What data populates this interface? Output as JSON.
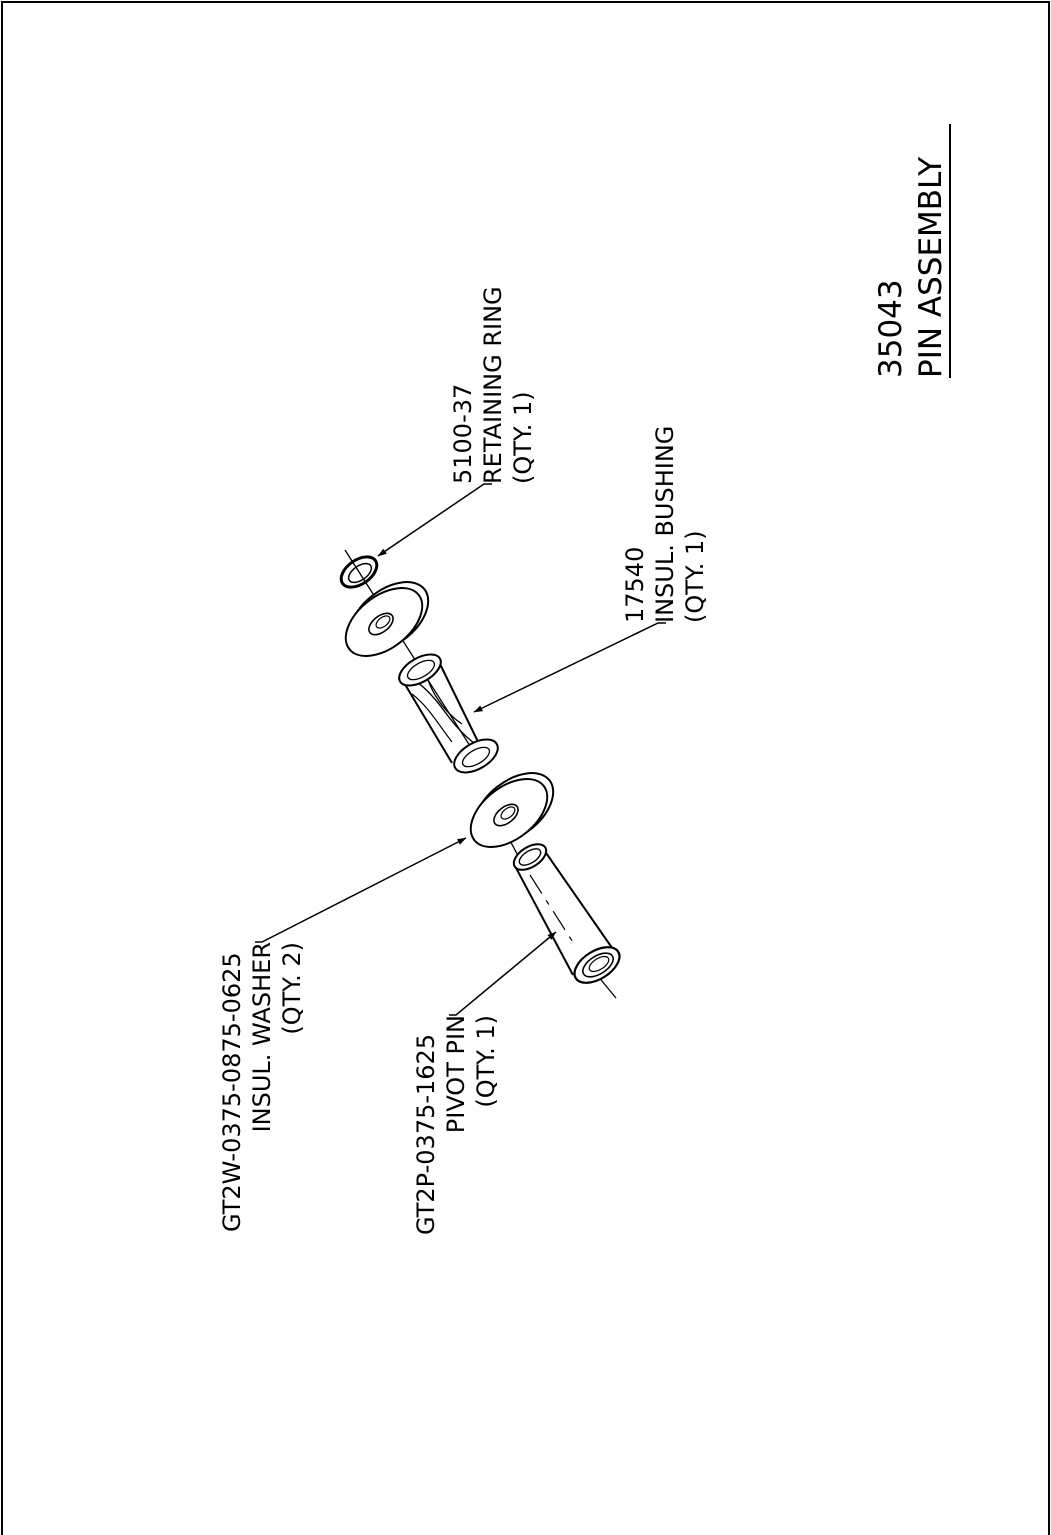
{
  "drawing": {
    "number": "35043",
    "title": "PIN ASSEMBLY",
    "line_color": "#000000",
    "background": "#ffffff"
  },
  "callouts": {
    "retaining_ring": {
      "part": "5100-37",
      "name": "RETAINING RING",
      "qty": "(QTY. 1)"
    },
    "bushing": {
      "part": "17540",
      "name": "INSUL. BUSHING",
      "qty": "(QTY. 1)"
    },
    "washer": {
      "part": "GT2W-0375-0875-0625",
      "name": "INSUL. WASHER",
      "qty": "(QTY. 2)"
    },
    "pivot_pin": {
      "part": "GT2P-0375-1625",
      "name": "PIVOT PIN",
      "qty": "(QTY. 1)"
    }
  },
  "icons": {
    "arrowhead": "filled-arrow",
    "parts": [
      "retaining-ring-icon",
      "washer-icon",
      "bushing-icon",
      "pivot-pin-icon"
    ]
  }
}
